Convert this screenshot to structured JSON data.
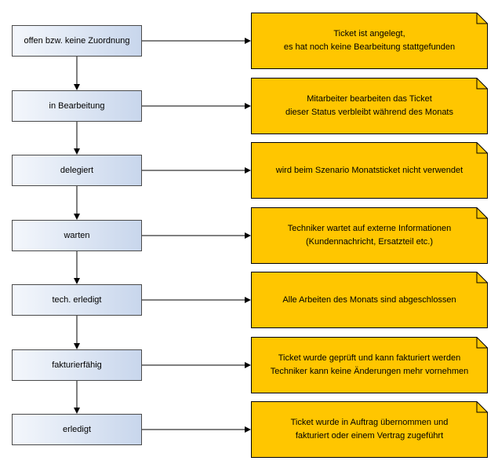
{
  "diagram": {
    "rows": [
      {
        "status": "offen bzw. keine Zuordnung",
        "note": [
          "Ticket ist angelegt,",
          "es hat noch keine Bearbeitung stattgefunden"
        ]
      },
      {
        "status": "in Bearbeitung",
        "note": [
          "Mitarbeiter bearbeiten das Ticket",
          "dieser Status verbleibt während des Monats"
        ]
      },
      {
        "status": "delegiert",
        "note": [
          "wird beim Szenario Monatsticket nicht verwendet"
        ]
      },
      {
        "status": "warten",
        "note": [
          "Techniker wartet auf externe Informationen",
          "(Kundennachricht, Ersatzteil etc.)"
        ]
      },
      {
        "status": "tech. erledigt",
        "note": [
          "Alle Arbeiten des Monats sind abgeschlossen"
        ]
      },
      {
        "status": "fakturierfähig",
        "note": [
          "Ticket wurde geprüft und kann fakturiert werden",
          "Techniker kann keine Änderungen mehr vornehmen"
        ]
      },
      {
        "status": "erledigt",
        "note": [
          "Ticket wurde in Auftrag übernommen und",
          "fakturiert oder einem Vertrag zugeführt"
        ]
      }
    ],
    "colors": {
      "note_fill": "#FFC600",
      "note_border": "#000000",
      "status_fill_start": "#F4F7FC",
      "status_fill_end": "#C8D6EC",
      "status_border": "#4A4A4A",
      "connector": "#000000"
    }
  }
}
